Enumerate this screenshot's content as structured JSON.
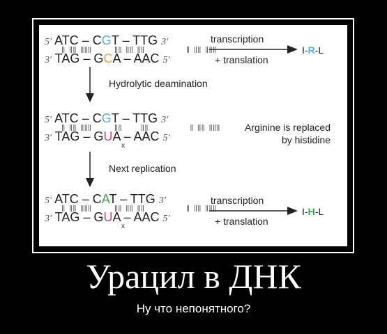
{
  "diagram": {
    "row1": {
      "top_prime5": "5′",
      "top_seq_a": "ATC – C",
      "top_mid": "G",
      "top_seq_b": "T – TTG",
      "top_prime3": "3′",
      "bot_prime3": "3′",
      "bot_seq_a": "TAG – G",
      "bot_mid": "C",
      "bot_seq_b": "A – AAC",
      "bot_prime5": "5′",
      "arrow_top": "transcription",
      "arrow_bottom": "+ translation",
      "result_a": "I-",
      "result_mid": "R",
      "result_b": "-L"
    },
    "step1": "Hydrolytic deamination",
    "row2": {
      "top_prime5": "5′",
      "top_seq_a": "ATC – C",
      "top_mid": "G",
      "top_seq_b": "T – TTG",
      "top_prime3": "3′",
      "bot_prime3": "3′",
      "bot_seq_a": "TAG – G",
      "bot_mid": "U",
      "bot_seq_b": "A – AAC",
      "bot_prime5": "5′",
      "mismatch": "x",
      "note_line1": "Arginine is replaced",
      "note_line2": "by histidine"
    },
    "step2": "Next replication",
    "row3": {
      "top_prime5": "5′",
      "top_seq_a": "ATC – C",
      "top_mid": "A",
      "top_seq_b": "T – TTG",
      "top_prime3": "3′",
      "bot_prime3": "3′",
      "bot_seq_a": "TAG – G",
      "bot_mid": "U",
      "bot_seq_b": "A – AAC",
      "bot_prime5": "5′",
      "mismatch": "x",
      "arrow_top": "transcription",
      "arrow_bottom": "+ translation",
      "result_a": "I-",
      "result_mid": "H",
      "result_b": "-L"
    }
  },
  "caption": {
    "title": "Урацил в ДНК",
    "subtitle": "Ну что непонятного?"
  },
  "colors": {
    "G_top": "#5aaee0",
    "C_bottom": "#e8a040",
    "U_bottom": "#d0408a",
    "A_top": "#3aa84a",
    "R_result": "#5aaee0",
    "H_result": "#3aa84a"
  }
}
